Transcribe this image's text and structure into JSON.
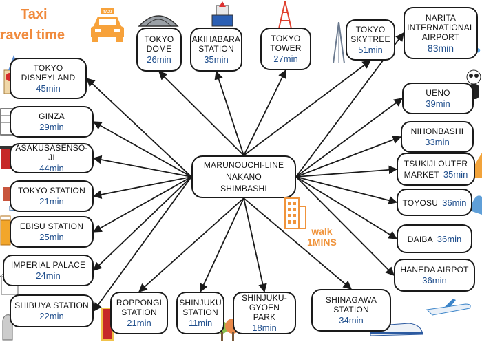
{
  "title": {
    "line1": "Taxi",
    "line2": "travel time",
    "badge": "TAXI"
  },
  "hub": {
    "line1": "MARUNOUCHI-LINE",
    "line2": "NAKANO",
    "line3": "SHIMBASHI"
  },
  "walk": {
    "line1": "walk",
    "line2": "1MINS"
  },
  "destinations": [
    {
      "id": "tokyo-dome",
      "name": [
        "TOKYO",
        "DOME"
      ],
      "time": "26min"
    },
    {
      "id": "akihabara",
      "name": [
        "AKIHABARA",
        "STATION"
      ],
      "time": "35min"
    },
    {
      "id": "tokyo-tower",
      "name": [
        "TOKYO",
        "TOWER"
      ],
      "time": "27min"
    },
    {
      "id": "tokyo-skytree",
      "name": [
        "TOKYO",
        "SKYTREE"
      ],
      "time": "51min"
    },
    {
      "id": "narita",
      "name": [
        "NARITA",
        "INTERNATIONAL",
        "AIRPORT"
      ],
      "time": "83min"
    },
    {
      "id": "tokyo-disneyland",
      "name": [
        "TOKYO",
        "DISNEYLAND"
      ],
      "time": "45min"
    },
    {
      "id": "ginza",
      "name": [
        "GINZA"
      ],
      "time": "29min"
    },
    {
      "id": "asakusa",
      "name": [
        "ASAKUSASENSO-JI"
      ],
      "time": "44min"
    },
    {
      "id": "tokyo-station",
      "name": [
        "TOKYO STATION"
      ],
      "time": "21min"
    },
    {
      "id": "ebisu",
      "name": [
        "EBISU STATION"
      ],
      "time": "25min"
    },
    {
      "id": "imperial-palace",
      "name": [
        "IMPERIAL PALACE"
      ],
      "time": "24min"
    },
    {
      "id": "shibuya",
      "name": [
        "SHIBUYA STATION"
      ],
      "time": "22min"
    },
    {
      "id": "roppongi",
      "name": [
        "ROPPONGI",
        "STATION"
      ],
      "time": "21min"
    },
    {
      "id": "shinjuku",
      "name": [
        "SHINJUKU",
        "STATION"
      ],
      "time": "11min"
    },
    {
      "id": "shinjuku-gyoen",
      "name": [
        "SHINJUKU-",
        "GYOEN PARK"
      ],
      "time": "18min"
    },
    {
      "id": "shinagawa",
      "name": [
        "SHINAGAWA",
        "STATION"
      ],
      "time": "34min"
    },
    {
      "id": "ueno",
      "name": [
        "UENO"
      ],
      "time": "39min"
    },
    {
      "id": "nihonbashi",
      "name": [
        "NIHONBASHI"
      ],
      "time": "33min"
    },
    {
      "id": "tsukiji",
      "name": [
        "TSUKIJI OUTER",
        "MARKET"
      ],
      "time": "35min",
      "inline": true
    },
    {
      "id": "toyosu",
      "name": [
        "TOYOSU"
      ],
      "time": "36min",
      "inline": true
    },
    {
      "id": "daiba",
      "name": [
        "DAIBA"
      ],
      "time": "36min",
      "inline": true
    },
    {
      "id": "haneda",
      "name": [
        "HANEDA AIRPOT"
      ],
      "time": "36min"
    }
  ],
  "colors": {
    "accent": "#f08a3c",
    "time": "#1f4e8c",
    "border": "#1a1a1a"
  }
}
